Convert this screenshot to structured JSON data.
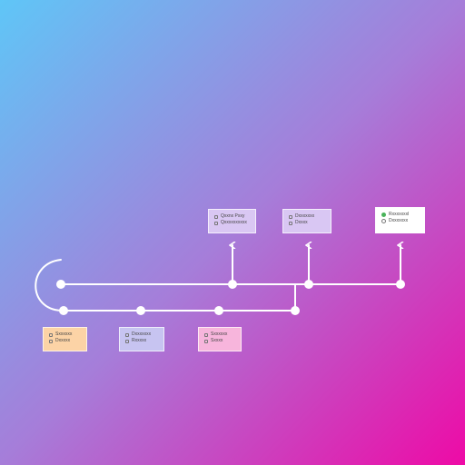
{
  "colors": {
    "bg_top_left": "#5fc6f7",
    "bg_mid": "#a67dd9",
    "bg_bottom_right": "#ee0aa6",
    "line": "#ffffff",
    "card_orange": "#fcd3a6",
    "card_blue": "#c7c4f1",
    "card_pink": "#f7b5dc",
    "card_lavender": "#d9c7f3",
    "card_white": "#ffffff",
    "check_green": "#49b35a"
  },
  "cards_top": [
    {
      "line1": "Qxxnx Pxxy",
      "line2": "Qxxxxxxxxxx"
    },
    {
      "line1": "Dxxxxxxx",
      "line2": "Dxxxx"
    },
    {
      "line1": "Rxxxxxxxl",
      "line2": "Dxxxxxxx"
    }
  ],
  "cards_bottom": [
    {
      "line1": "Sxxxxxx",
      "line2": "Dxxxxx"
    },
    {
      "line1": "Dxxxxxxx",
      "line2": "Rxxxxx"
    },
    {
      "line1": "Sxxxxxx",
      "line2": "Sxxxx"
    }
  ]
}
